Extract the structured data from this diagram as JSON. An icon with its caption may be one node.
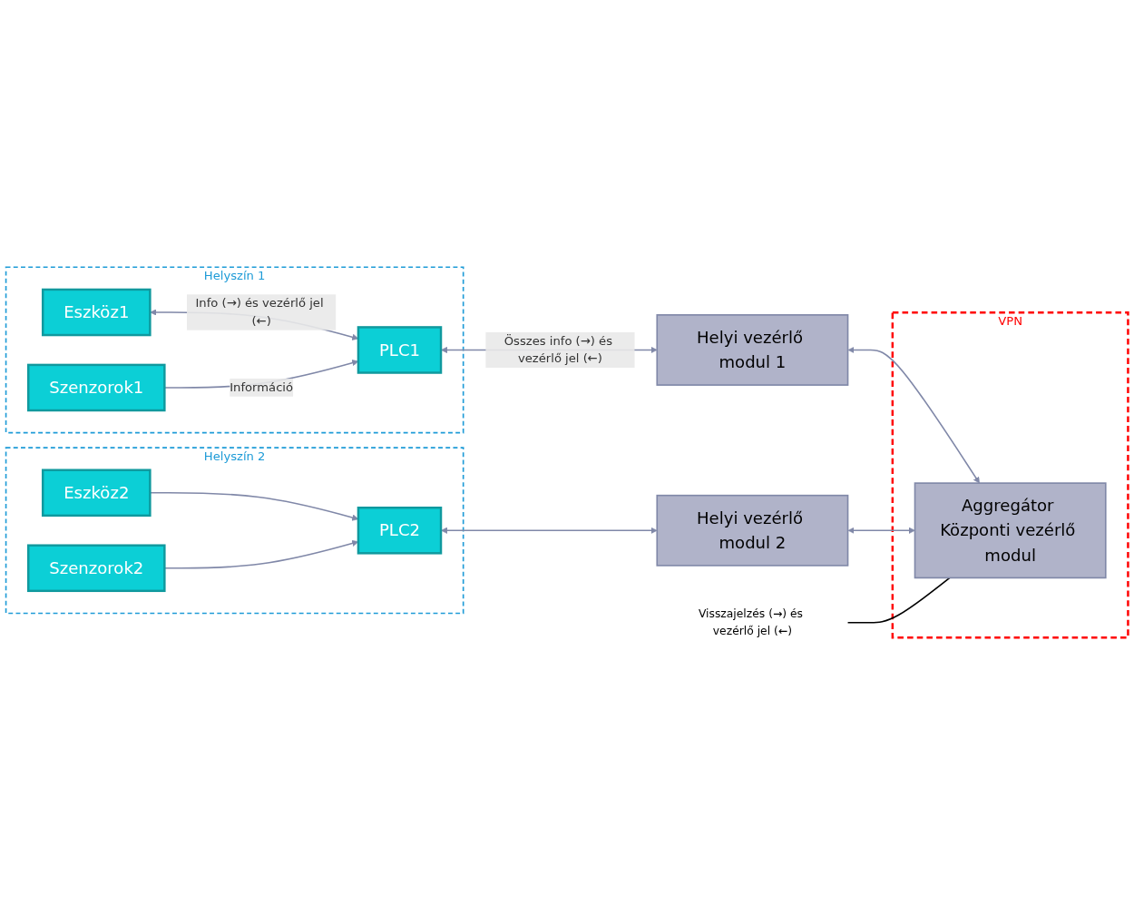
{
  "diagram": {
    "nodes": [
      {
        "text": [
          "Helyszín 1"
        ]
      },
      {
        "text": [
          "Eszköz1"
        ],
        "in": 0
      },
      {
        "text": [
          "PLC1"
        ],
        "in": 0
      },
      {
        "text": [
          "Szenzorok1"
        ],
        "in": 0
      },
      {
        "text": [
          "VPN"
        ]
      },
      {
        "text": [
          "Helyi vezérlő modul 1"
        ]
      },
      {
        "text": [
          "Aggregátor Központi vezérlő modul"
        ],
        "in": 4
      },
      {
        "text": [
          "Helyszín 2"
        ]
      },
      {
        "text": [
          "Eszköz2"
        ],
        "in": 7
      },
      {
        "text": [
          "PLC2"
        ],
        "in": 7
      },
      {
        "text": [
          "Szenzorok2"
        ],
        "in": 7
      },
      {
        "text": [
          "Helyi vezérlő modul 2"
        ]
      },
      {
        "text": [
          "Visszajelzés (→) és vezérlő jel (←)"
        ]
      }
    ],
    "edges": [
      {
        "from": 1,
        "to": 2,
        "arrow": "both",
        "label": "Info (→) és vezérlő jel (←)"
      },
      {
        "from": 3,
        "to": 2,
        "arrow": "to",
        "label": "Információ"
      },
      {
        "from": 2,
        "to": 5,
        "arrow": "both",
        "label": "Összes info (→) és vezérlő jel (←)"
      },
      {
        "from": 5,
        "to": 6,
        "arrow": "both"
      },
      {
        "from": 11,
        "to": 6,
        "arrow": "both"
      },
      {
        "from": 8,
        "to": 9,
        "arrow": "to"
      },
      {
        "from": 10,
        "to": 9,
        "arrow": "to"
      },
      {
        "from": 9,
        "to": 11,
        "arrow": "both"
      },
      {
        "from": 12,
        "to": 6,
        "arrow": "none",
        "color": "#000000"
      }
    ]
  }
}
